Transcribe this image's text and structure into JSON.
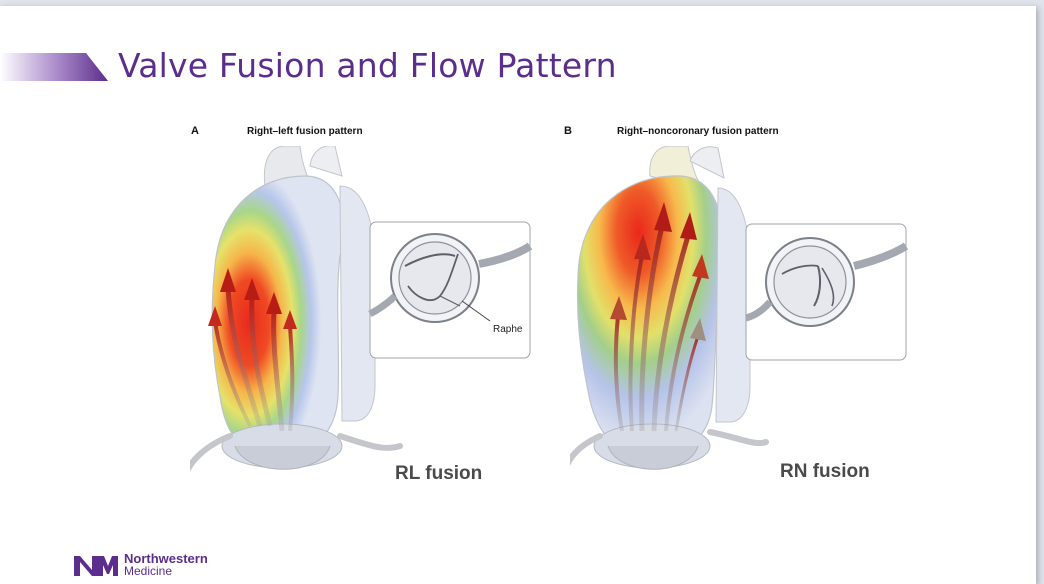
{
  "slide": {
    "title": "Valve Fusion and Flow Pattern",
    "accent_color": "#5b2d8c"
  },
  "panels": [
    {
      "letter": "A",
      "heading": "Right–left fusion pattern",
      "callout": "Raphe",
      "label": "RL fusion"
    },
    {
      "letter": "B",
      "heading": "Right–noncoronary fusion pattern",
      "label": "RN fusion"
    }
  ],
  "logo": {
    "name": "Northwestern",
    "sub": "Medicine"
  }
}
